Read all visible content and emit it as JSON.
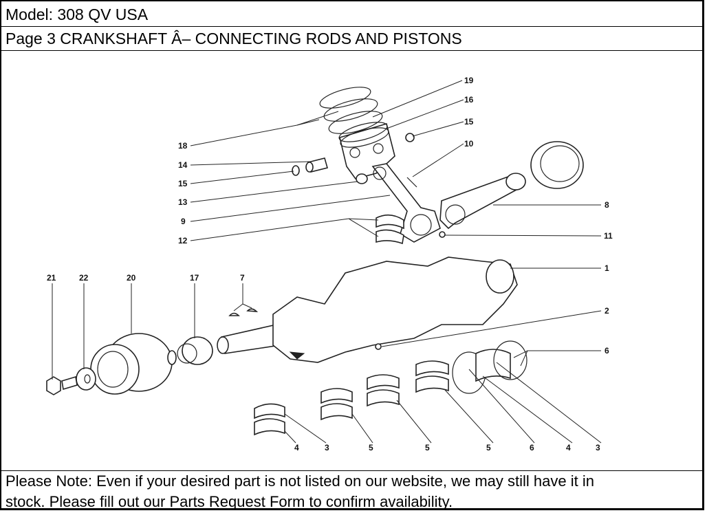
{
  "header": {
    "model": "Model: 308 QV USA",
    "page_title": "Page 3  CRANKSHAFT Â– CONNECTING RODS AND PISTONS"
  },
  "diagram": {
    "title": "Crankshaft, connecting rods and pistons exploded view",
    "callouts": {
      "c19": "19",
      "c16": "16",
      "c15a": "15",
      "c10": "10",
      "c18": "18",
      "c14": "14",
      "c15b": "15",
      "c13": "13",
      "c9": "9",
      "c12": "12",
      "c8": "8",
      "c11": "11",
      "c1": "1",
      "c2": "2",
      "c6a": "6",
      "c21": "21",
      "c22": "22",
      "c20": "20",
      "c17": "17",
      "c7": "7",
      "b4a": "4",
      "b3a": "3",
      "b5a": "5",
      "b5b": "5",
      "b5c": "5",
      "b6": "6",
      "b4b": "4",
      "b3b": "3"
    }
  },
  "footer": {
    "note_line1": "Please Note: Even if your desired part is not listed on our website, we may still have it in",
    "note_line2": "stock. Please fill out our Parts Request Form to confirm availability."
  }
}
